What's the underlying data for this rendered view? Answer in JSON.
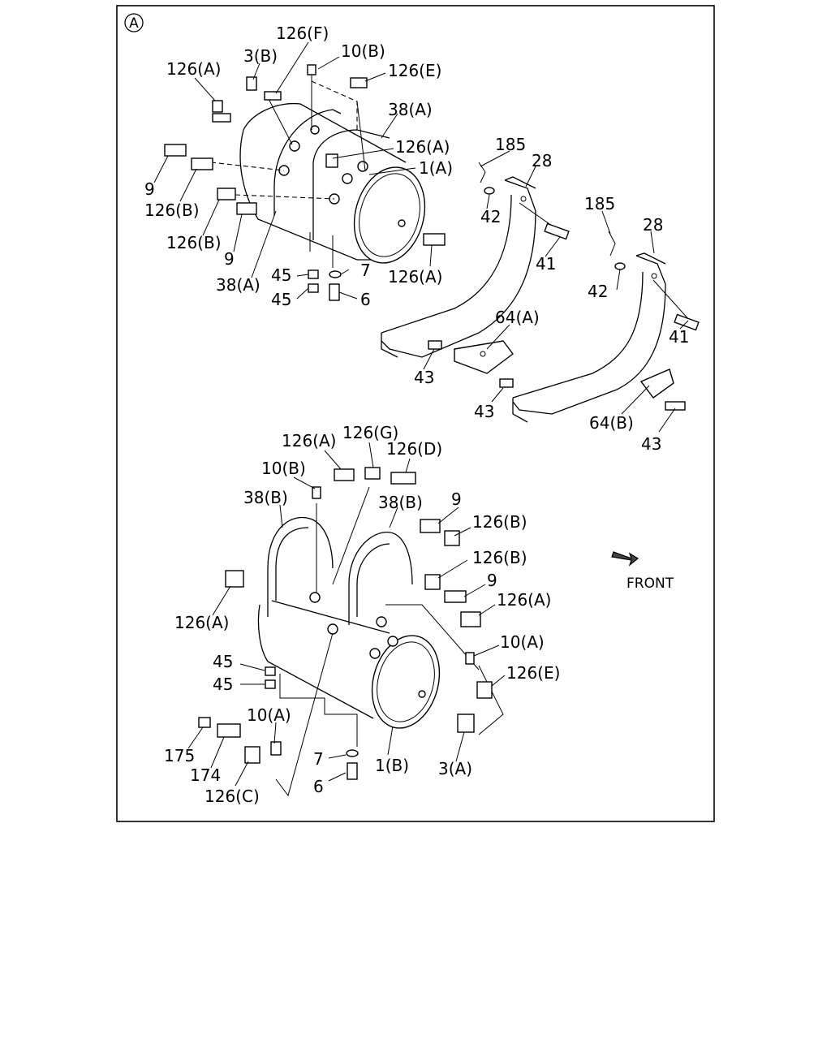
{
  "figure": {
    "view_marker": "A",
    "direction_label": "FRONT"
  },
  "labels_upper": {
    "l126F": "126(F)",
    "l3B": "3(B)",
    "l10B": "10(B)",
    "l126A_1": "126(A)",
    "l126E": "126(E)",
    "l38A_1": "38(A)",
    "l126A_2": "126(A)",
    "l1A": "1(A)",
    "l9_1": "9",
    "l126B_1": "126(B)",
    "l126B_2": "126(B)",
    "l9_2": "9",
    "l38A_2": "38(A)",
    "l45_1": "45",
    "l45_2": "45",
    "l7": "7",
    "l6": "6",
    "l126A_3": "126(A)",
    "l185_1": "185",
    "l28_1": "28",
    "l42_1": "42",
    "l41_1": "41",
    "l185_2": "185",
    "l28_2": "28",
    "l42_2": "42",
    "l41_2": "41",
    "l64A": "64(A)",
    "l43_1": "43",
    "l43_2": "43",
    "l64B": "64(B)",
    "l43_3": "43"
  },
  "labels_lower": {
    "l126A_4": "126(A)",
    "l126G": "126(G)",
    "l126D": "126(D)",
    "l10B_2": "10(B)",
    "l38B_1": "38(B)",
    "l38B_2": "38(B)",
    "l9_3": "9",
    "l126B_3": "126(B)",
    "l126B_4": "126(B)",
    "l9_4": "9",
    "l126A_5": "126(A)",
    "l126A_6": "126(A)",
    "l10A_1": "10(A)",
    "l126E_2": "126(E)",
    "l45_3": "45",
    "l45_4": "45",
    "l10A_2": "10(A)",
    "l175": "175",
    "l174": "174",
    "l7_2": "7",
    "l1B": "1(B)",
    "l3A": "3(A)",
    "l6_2": "6",
    "l126C": "126(C)"
  },
  "colors": {
    "ink": "#000000",
    "paper": "#ffffff"
  }
}
